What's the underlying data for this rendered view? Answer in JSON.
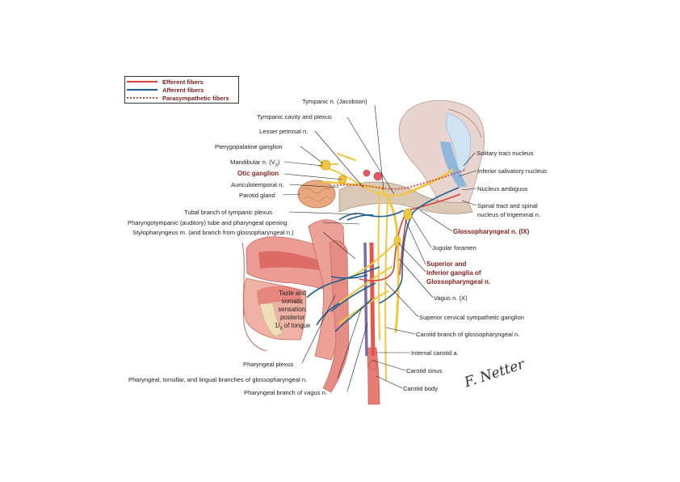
{
  "legend": {
    "efferent": "Efferent fibers",
    "afferent": "Afferent fibers",
    "parasympathetic": "Parasympathetic fibers"
  },
  "colors": {
    "efferent": "#d8433e",
    "afferent": "#1f5f93",
    "parasympathetic": "#d8433e",
    "nerve": "#f2c744",
    "tissue": "#e7a089",
    "bone": "#d9c9b6",
    "brainstem": "#e8d5cf"
  },
  "labels": {
    "tympanic_n": "Tympanic n. (Jacobson)",
    "tympanic_cavity": "Tympanic cavity and plexus",
    "lesser_petrosal": "Lesser petrosal n.",
    "pterygopalatine": "Pterygopalatine ganglion",
    "mandibular_prefix": "Mandibular n. (V",
    "mandibular_sub": "3",
    "mandibular_suffix": ")",
    "otic_ganglion": "Otic ganglion",
    "auriculotemporal": "Auriculotemporal n.",
    "parotid": "Parotid gland",
    "tubal_branch": "Tubal branch of tympanic plexus",
    "pharyngotympanic": "Pharyngotympanic (auditory) tube and pharyngeal opening",
    "stylopharyngeus": "Stylopharyngeus m. (and branch from glossopharyngeal n.)",
    "taste_line1": "Taste and",
    "taste_line2": "somatic",
    "taste_line3": "sensation:",
    "taste_line4": "posterior",
    "taste_frac": "1/",
    "taste_sub": "3",
    "taste_line5": " of tongue",
    "pharyngeal_plexus": "Pharyngeal plexus",
    "pharyngeal_tonsillar": "Pharyngeal, tonsillar, and lingual branches of glossopharyngeal n.",
    "pharyngeal_vagus": "Pharyngeal branch of vagus n.",
    "solitary": "Solitary tract nucleus",
    "inferior_salivatory": "Inferior salivatory nucleus",
    "ambiguus": "Nucleus ambiguus",
    "spinal_tract_1": "Spinal tract and spinal",
    "spinal_tract_2": "nucleus of trigeminal n.",
    "glossopharyngeal": "Glossopharyngeal n. (IX)",
    "jugular": "Jugular foramen",
    "ganglia_1": "Superior and",
    "ganglia_2": "Inferior ganglia of",
    "ganglia_3": "Glossopharyngeal n.",
    "vagus": "Vagus n. (X)",
    "sup_cervical": "Superior cervical sympathetic ganglion",
    "carotid_branch": "Carotid branch of glossopharyngeal n.",
    "internal_carotid": "Internal carotid a.",
    "carotid_sinus": "Carotid sinus",
    "carotid_body": "Carotid body"
  },
  "signature": "F. Netter"
}
